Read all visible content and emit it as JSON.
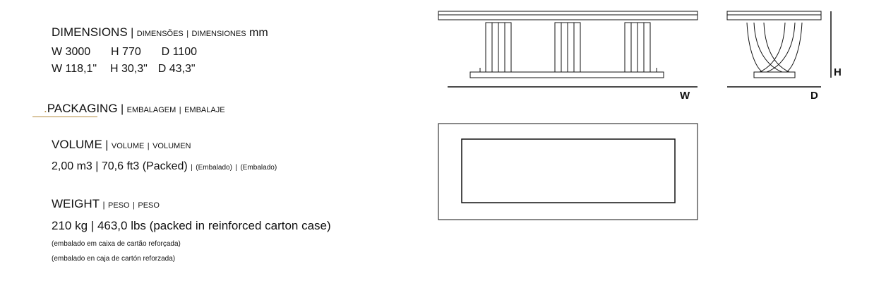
{
  "dimensions": {
    "title": "DIMENSIONS",
    "sep": "|",
    "pt": "DIMENSÕES",
    "es": "DIMENSIONES",
    "unit": "mm",
    "metric": {
      "w": "W 3000",
      "h": "H 770",
      "d": "D 1100"
    },
    "imperial": {
      "w": "W 118,1\"",
      "h": "H 30,3\"",
      "d": "D 43,3\""
    }
  },
  "packaging": {
    "title_dot": ".",
    "title": "PACKAGING",
    "pt": "EMBALAGEM",
    "es": "EMBALAJE"
  },
  "volume": {
    "title": "VOLUME",
    "pt": "VOLUME",
    "es": "VOLUMEN",
    "value": "2,00 m3",
    "value_imperial": "70,6 ft3 (Packed)",
    "pt_note": "(Embalado)",
    "es_note": "(Embalado)"
  },
  "weight": {
    "title": "WEIGHT",
    "pt": "PESO",
    "es": "PESO",
    "value": "210 kg",
    "value_imperial": "463,0 lbs (packed in reinforced carton case)",
    "pt_note": "(embalado em caixa de cartão reforçada)",
    "es_note": "(embalado en caja de cartón reforzada)"
  },
  "drawing": {
    "w_label": "W",
    "d_label": "D",
    "h_label": "H"
  },
  "colors": {
    "accent": "#b38a3a",
    "line": "#111111"
  }
}
